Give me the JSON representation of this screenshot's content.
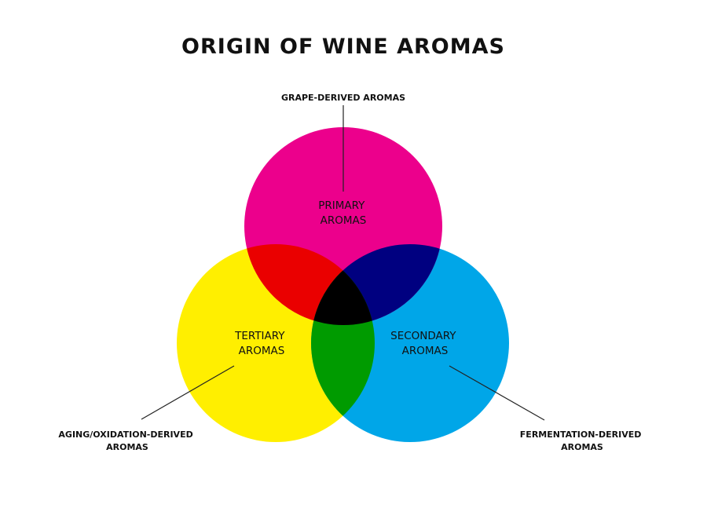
{
  "title": "ORIGIN OF WINE AROMAS",
  "colors": {
    "primary": "#EC008C",
    "secondary": "#00A6E8",
    "tertiary": "#FFEF00",
    "primary_tertiary": "#EA0000",
    "primary_secondary": "#000080",
    "secondary_tertiary": "#009B00",
    "center": "#000000",
    "line": "#222222"
  },
  "circles": {
    "primary": {
      "line1": "PRIMARY",
      "line2": "AROMAS"
    },
    "secondary": {
      "line1": "SECONDARY",
      "line2": "AROMAS"
    },
    "tertiary": {
      "line1": "TERTIARY",
      "line2": "AROMAS"
    }
  },
  "callouts": {
    "grape": {
      "line1": "GRAPE-DERIVED AROMAS"
    },
    "fermentation": {
      "line1": "FERMENTATION-DERIVED",
      "line2": "AROMAS"
    },
    "aging": {
      "line1": "AGING/OXIDATION-DERIVED",
      "line2": "AROMAS"
    }
  }
}
